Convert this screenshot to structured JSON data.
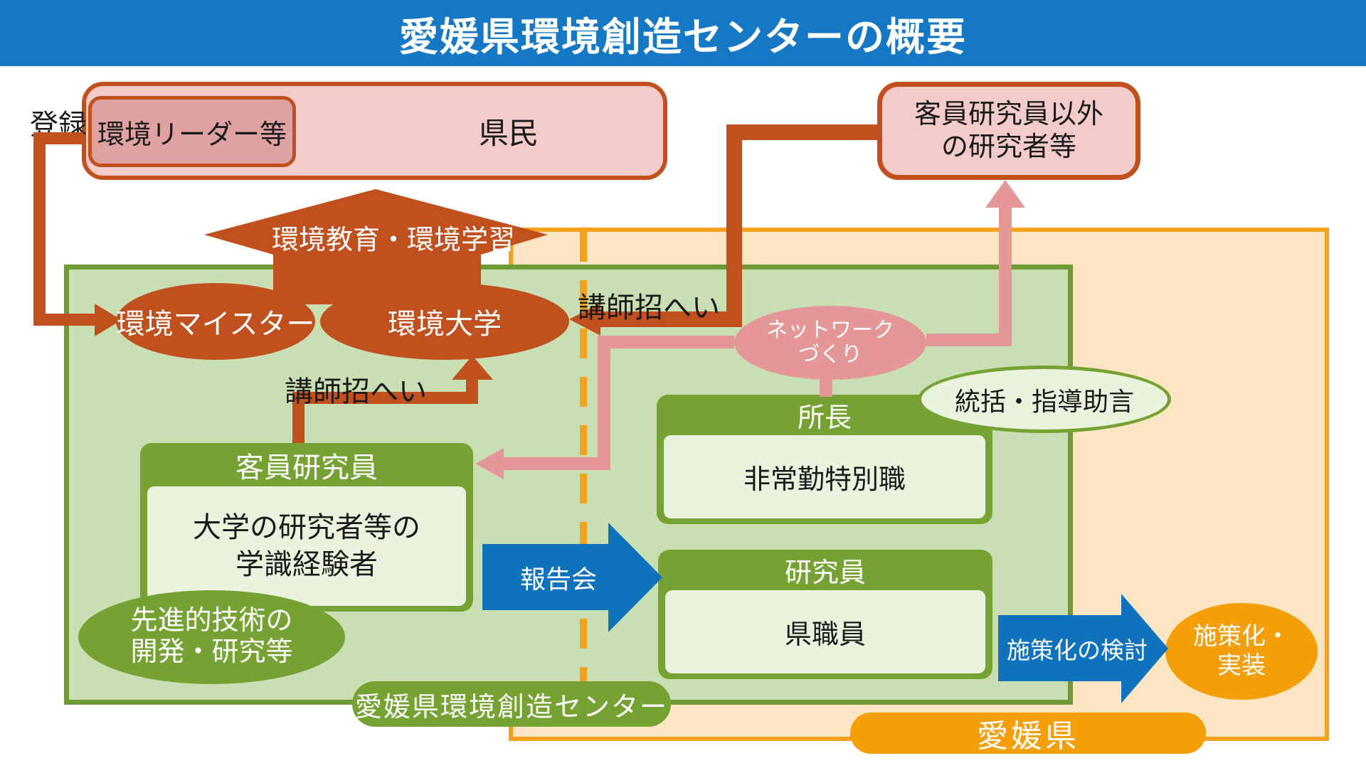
{
  "header": {
    "title": "愛媛県環境創造センターの概要"
  },
  "colors": {
    "header_blue": "#1478C4",
    "dark_orange": "#C0501E",
    "pink_fill": "#F3CBCA",
    "pink_dark_fill": "#DFA1A2",
    "pink_arrow": "#E59798",
    "olive_green": "#76A233",
    "green_border": "#6F9A35",
    "green_fill": "#C9DEB3",
    "inner_light_green": "#E9F3DE",
    "orange_border": "#F5A11C",
    "orange_fill": "#FCE5C2",
    "orange_solid": "#F49E08",
    "blue_arrow": "#0E72BD"
  },
  "annotations": {
    "register": "登録",
    "lecturer_invite_upper": "講師招へい",
    "lecturer_invite_lower": "講師招へい"
  },
  "citizens": {
    "leader": "環境リーダー等",
    "citizen": "県民"
  },
  "external_researchers": {
    "line1": "客員研究員以外",
    "line2": "の研究者等"
  },
  "big_arrow": {
    "label": "環境教育・環境学習"
  },
  "ellipses": {
    "meister": "環境マイスター",
    "university": "環境大学",
    "network_line1": "ネットワーク",
    "network_line2": "づくり",
    "supervision": "統括・指導助言",
    "advanced_tech_line1": "先進的技術の",
    "advanced_tech_line2": "開発・研究等",
    "policy_line1": "施策化・",
    "policy_line2": "実装"
  },
  "boxes": {
    "director": {
      "title": "所長",
      "body": "非常勤特別職"
    },
    "researcher": {
      "title": "研究員",
      "body": "県職員"
    },
    "guest": {
      "title": "客員研究員",
      "body_line1": "大学の研究者等の",
      "body_line2": "学識経験者"
    }
  },
  "blue_arrows": {
    "report": "報告会",
    "policy_review": "施策化の検討"
  },
  "ribbons": {
    "center": "愛媛県環境創造センター",
    "prefecture": "愛媛県"
  }
}
